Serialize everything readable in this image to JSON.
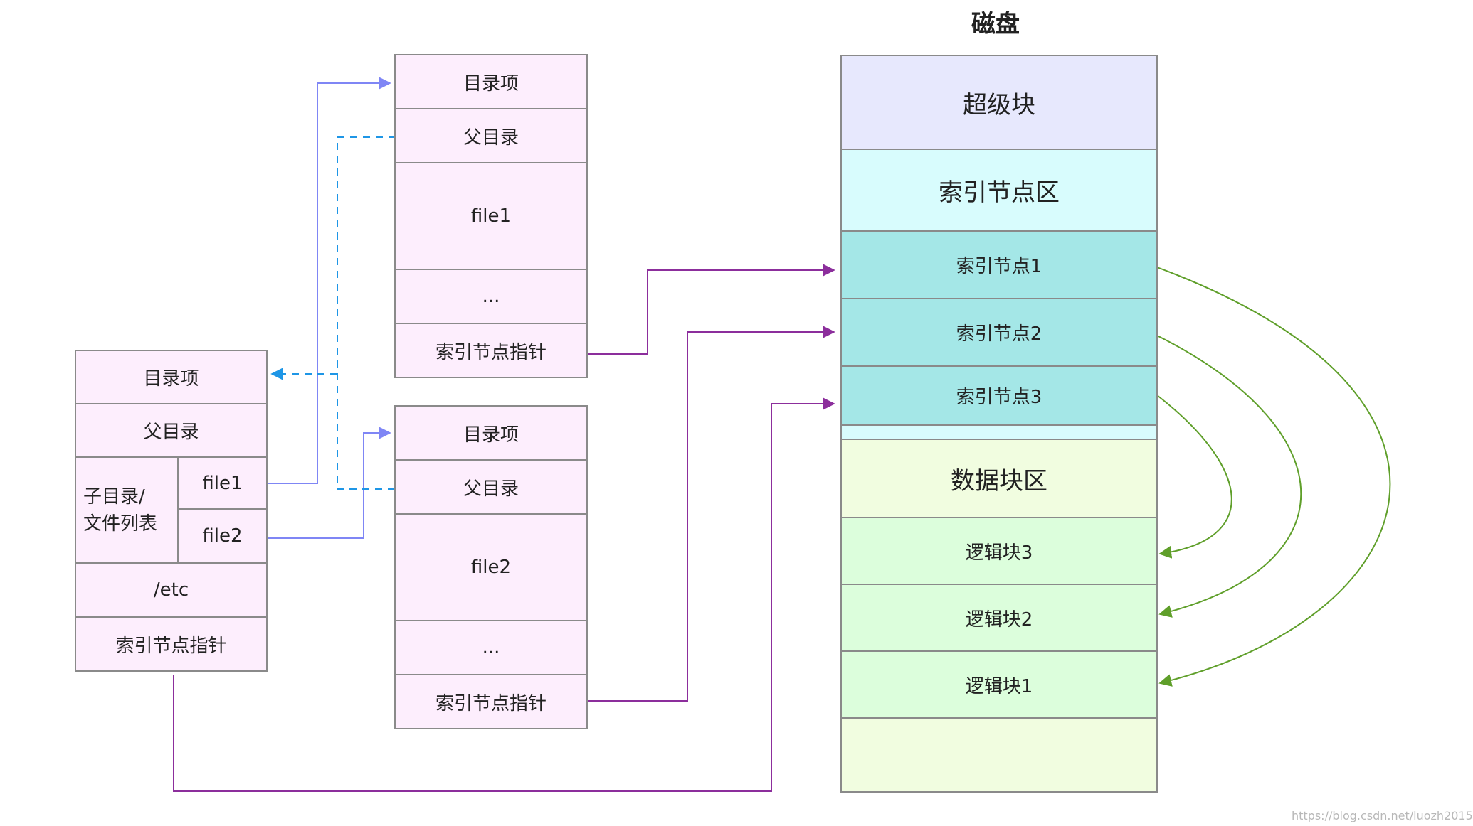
{
  "disk": {
    "title": "磁盘",
    "regions": {
      "superblock": "超级块",
      "inode_area": "索引节点区",
      "inode1": "索引节点1",
      "inode2": "索引节点2",
      "inode3": "索引节点3",
      "data_area": "数据块区",
      "block3": "逻辑块3",
      "block2": "逻辑块2",
      "block1": "逻辑块1"
    }
  },
  "root_dir": {
    "entry": "目录项",
    "parent": "父目录",
    "children_line1": "子目录/",
    "children_line2": "文件列表",
    "file1": "file1",
    "file2": "file2",
    "name": "/etc",
    "inode_ptr": "索引节点指针"
  },
  "dir_file1": {
    "entry": "目录项",
    "parent": "父目录",
    "name": "file1",
    "ellipsis": "...",
    "inode_ptr": "索引节点指针"
  },
  "dir_file2": {
    "entry": "目录项",
    "parent": "父目录",
    "name": "file2",
    "ellipsis": "...",
    "inode_ptr": "索引节点指针"
  },
  "watermark": "https://blog.csdn.net/luozh2015",
  "colors": {
    "border": "#8a8a8a",
    "entry_link": "#7f86f5",
    "parent_link": "#1e96e6",
    "inode_link": "#8c2e9c",
    "block_link": "#5f9f2a"
  }
}
